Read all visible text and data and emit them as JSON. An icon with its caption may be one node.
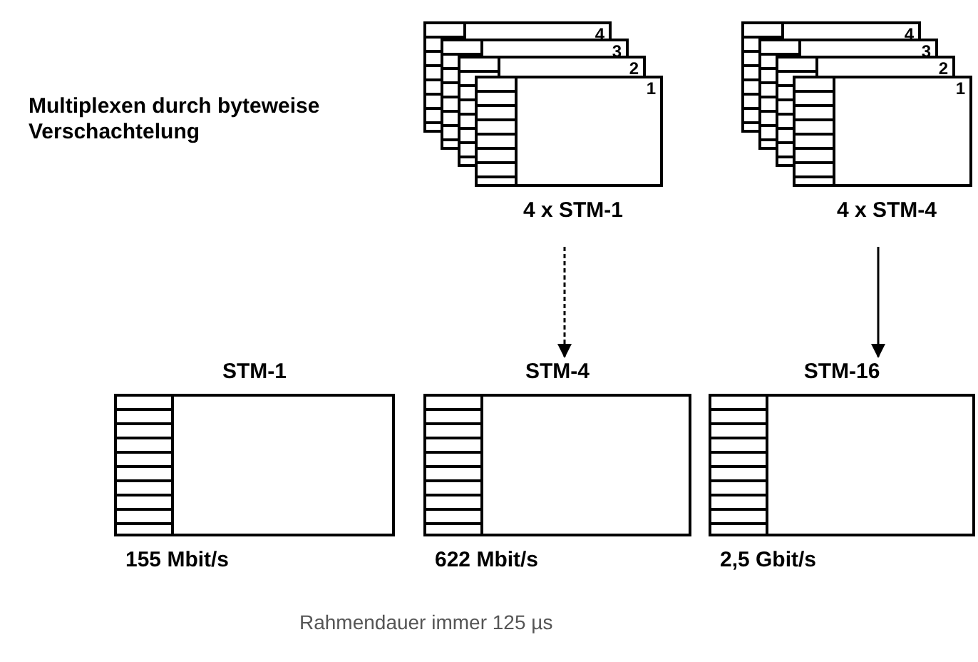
{
  "diagram": {
    "nodes": [
      {
        "text": [
          "4 x STM-1"
        ]
      },
      {
        "text": [
          "4"
        ],
        "in": 0
      },
      {
        "text": [
          "3"
        ],
        "in": 0
      },
      {
        "text": [
          "2"
        ],
        "in": 0
      },
      {
        "text": [
          "1"
        ],
        "in": 0
      },
      {
        "text": [
          "4 x STM-4"
        ]
      },
      {
        "text": [
          "4"
        ],
        "in": 5
      },
      {
        "text": [
          "3"
        ],
        "in": 5
      },
      {
        "text": [
          "2"
        ],
        "in": 5
      },
      {
        "text": [
          "1"
        ],
        "in": 5
      },
      {
        "text": [
          "STM-1"
        ],
        "beside": [
          "155 Mbit/s"
        ]
      },
      {
        "text": [
          "STM-4"
        ],
        "beside": [
          "622 Mbit/s"
        ]
      },
      {
        "text": [
          "STM-16"
        ],
        "beside": [
          "2,5 Gbit/s"
        ]
      }
    ],
    "edges": [
      {
        "from": 0,
        "to": 11,
        "arrow": "to",
        "style": "dashed"
      },
      {
        "from": 5,
        "to": 12,
        "arrow": "to"
      }
    ],
    "labels": [
      "Multiplexen durch byteweise Verschachtelung",
      "Rahmendauer immer 125 µs"
    ]
  }
}
